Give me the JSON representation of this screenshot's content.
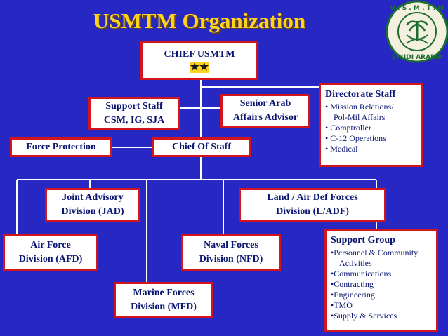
{
  "title": "USMTM Organization",
  "seal": {
    "text_top": "U . S . M . T . M",
    "text_bottom": "SAUDI ARABIA"
  },
  "chief": {
    "label": "CHIEF USMTM",
    "stars": "★★"
  },
  "support_staff": {
    "line1": "Support Staff",
    "line2": "CSM, IG, SJA"
  },
  "senior_arab": {
    "line1": "Senior Arab",
    "line2": "Affairs Advisor"
  },
  "directorate": {
    "header": "Directorate Staff",
    "items": [
      "• Mission Relations/",
      "  Pol-Mil Affairs",
      "• Comptroller",
      "• C-12 Operations",
      "•  Medical"
    ]
  },
  "force_protection": {
    "label": "Force Protection"
  },
  "chief_of_staff": {
    "label": "Chief Of Staff"
  },
  "jad": {
    "line1": "Joint Advisory",
    "line2": "Division (JAD)"
  },
  "ladf": {
    "line1": "Land / Air Def Forces",
    "line2": "Division (L/ADF)"
  },
  "afd": {
    "line1": "Air Force",
    "line2": "Division (AFD)"
  },
  "nfd": {
    "line1": "Naval Forces",
    "line2": "Division (NFD)"
  },
  "mfd": {
    "line1": "Marine Forces",
    "line2": "Division (MFD)"
  },
  "support_group": {
    "header": "Support Group",
    "items": [
      "•Personnel & Community",
      "  Activities",
      "•Communications",
      "•Contracting",
      "•Engineering",
      "•TMO",
      "•Supply & Services"
    ]
  },
  "colors": {
    "background": "#2727c4",
    "title": "#ffd21e",
    "box_border": "#d4141c",
    "text": "#0a1570",
    "lines": "#ffffff"
  }
}
